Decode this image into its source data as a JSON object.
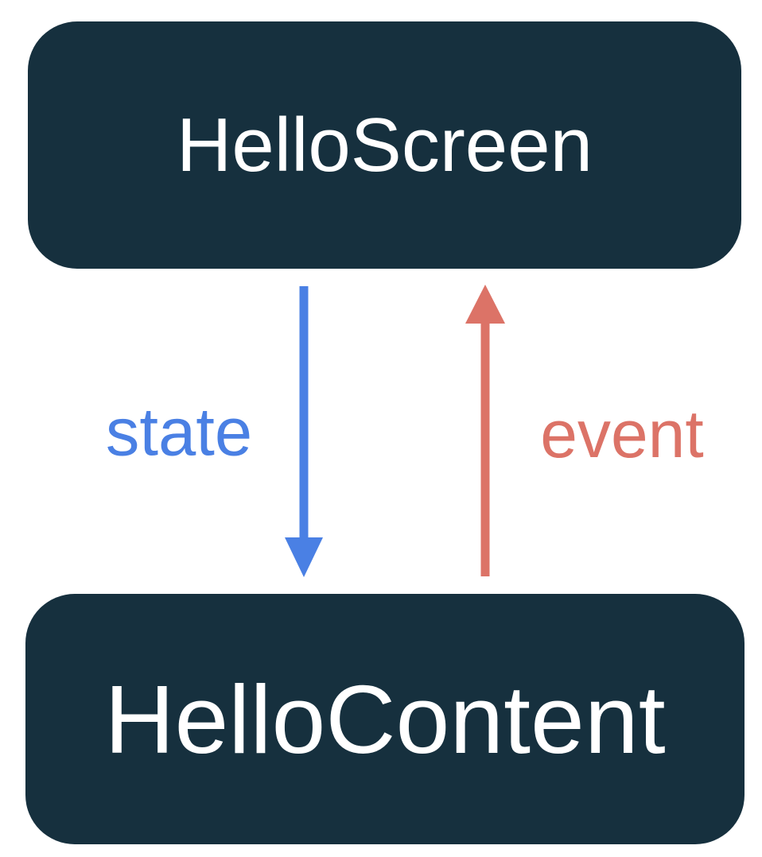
{
  "diagram": {
    "title": "unidirectional-data-flow",
    "boxes": {
      "screen": {
        "label": "HelloScreen"
      },
      "content": {
        "label": "HelloContent"
      }
    },
    "arrows": {
      "state": {
        "label": "state",
        "direction": "down",
        "color": "#4a80e4"
      },
      "event": {
        "label": "event",
        "direction": "up",
        "color": "#dc7367"
      }
    },
    "colors": {
      "box_background": "#16303e",
      "box_text": "#ffffff",
      "state_blue": "#4a80e4",
      "event_red": "#dc7367",
      "canvas_background": "#ffffff"
    }
  }
}
